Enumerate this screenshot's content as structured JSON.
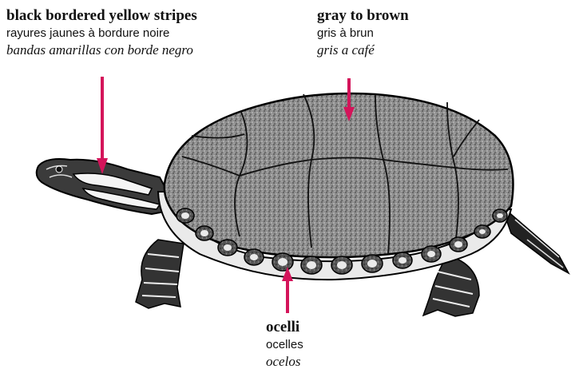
{
  "labels": {
    "stripes": {
      "en": "black bordered yellow stripes",
      "fr": "rayures jaunes à bordure noire",
      "es": "bandas amarillas con borde negro"
    },
    "shell": {
      "en": "gray to brown",
      "fr": "gris à brun",
      "es": "gris a café"
    },
    "ocelli": {
      "en": "ocelli",
      "fr": "ocelles",
      "es": "ocelos"
    }
  },
  "colors": {
    "arrow": "#d4145a",
    "ink": "#111111",
    "shell_fill": "#8a8a8a",
    "plastron": "#e8e8e8"
  }
}
